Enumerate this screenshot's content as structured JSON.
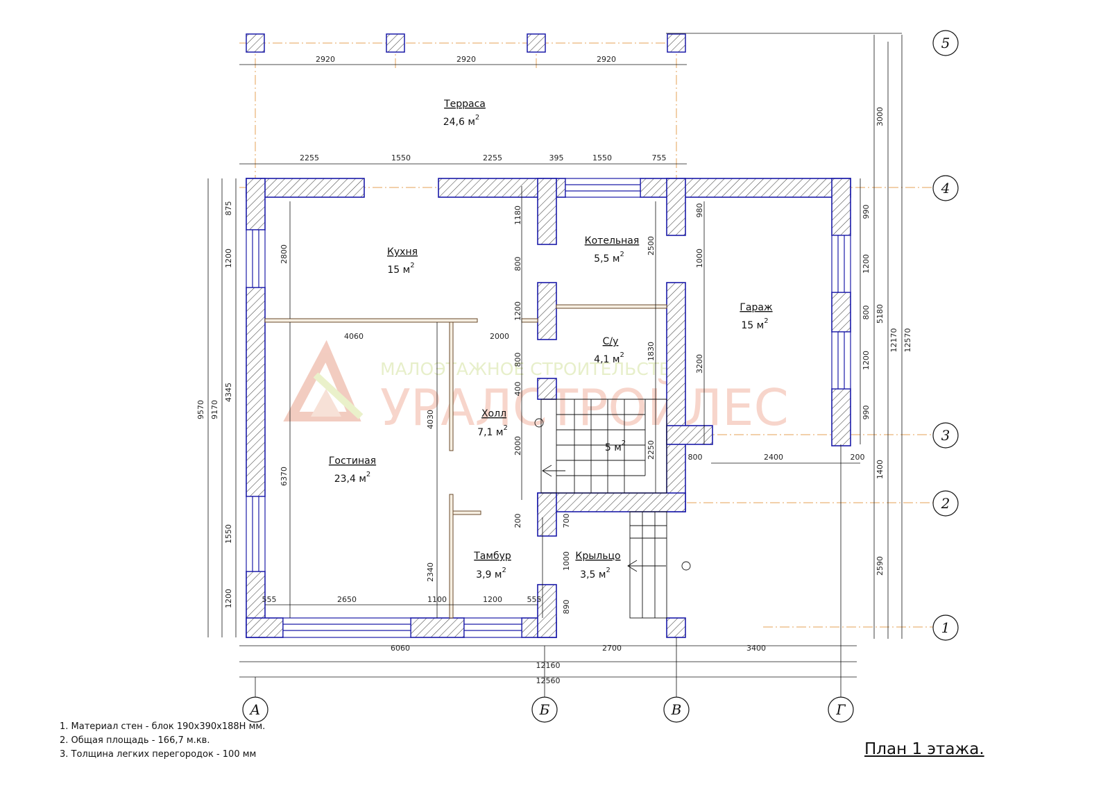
{
  "plan_title": "План 1 этажа.",
  "notes": [
    "1. Материал стен - блок 190х390х188Н мм.",
    "2. Общая площадь - 166,7 м.кв.",
    "3. Толщина легких перегородок - 100 мм"
  ],
  "watermark": {
    "tagline": "МАЛОЭТАЖНОЕ СТРОИТЕЛЬСТВО",
    "brand": "УРАЛСТРОЙЛЕС"
  },
  "axes": {
    "A": "А",
    "B": "Б",
    "V": "В",
    "G": "Г",
    "n1": "1",
    "n2": "2",
    "n3": "3",
    "n4": "4",
    "n5": "5"
  },
  "rooms": {
    "terrace": {
      "name": "Терраса",
      "area": "24,6 м",
      "sup": "2"
    },
    "kitchen": {
      "name": "Кухня",
      "area": "15 м",
      "sup": "2"
    },
    "boiler": {
      "name": "Котельная",
      "area": "5,5 м",
      "sup": "2"
    },
    "garage": {
      "name": "Гараж",
      "area": "15 м",
      "sup": "2"
    },
    "wc": {
      "name": "С/у",
      "area": "4,1 м",
      "sup": "2"
    },
    "hall": {
      "name": "Холл",
      "area": "7,1 м",
      "sup": "2"
    },
    "stairs": {
      "area": "5 м",
      "sup": "2"
    },
    "living": {
      "name": "Гостиная",
      "area": "23,4 м",
      "sup": "2"
    },
    "vestibule": {
      "name": "Тамбур",
      "area": "3,9 м",
      "sup": "2"
    },
    "porch": {
      "name": "Крыльцо",
      "area": "3,5 м",
      "sup": "2"
    }
  },
  "dims": {
    "t1": "2920",
    "t2": "2920",
    "t3": "2920",
    "s1": "2255",
    "s2": "1550",
    "s3": "2255",
    "s4": "395",
    "s5": "1550",
    "s6": "755",
    "r3000": "3000",
    "r12170": "12170",
    "r12570": "12570",
    "r5180": "5180",
    "r1400": "1400",
    "r2590": "2590",
    "g990a": "990",
    "g1200a": "1200",
    "g800": "800",
    "g1200b": "1200",
    "g990b": "990",
    "l875": "875",
    "l1200a": "1200",
    "l4345": "4345",
    "l1550": "1550",
    "l1200b": "1200",
    "l9170": "9170",
    "l9570": "9570",
    "k2800": "2800",
    "k6370": "6370",
    "c1180": "1180",
    "c800a": "800",
    "c1200": "1200",
    "c800b": "800",
    "c400": "400",
    "c2000": "2000",
    "c200": "200",
    "b2500": "2500",
    "b1830": "1830",
    "b2250": "2250",
    "v980": "980",
    "v1000": "1000",
    "v3200": "3200",
    "p700": "700",
    "p1000": "1000",
    "p890": "890",
    "h4060": "4060",
    "h2000": "2000",
    "h4030": "4030",
    "h2340": "2340",
    "b555a": "555",
    "b2650": "2650",
    "b1100": "1100",
    "b1200": "1200",
    "b555b": "555",
    "gg800": "800",
    "gg2400": "2400",
    "gg200": "200",
    "o6060": "6060",
    "o2700": "2700",
    "o3400": "3400",
    "o12160": "12160",
    "o12560": "12560"
  }
}
